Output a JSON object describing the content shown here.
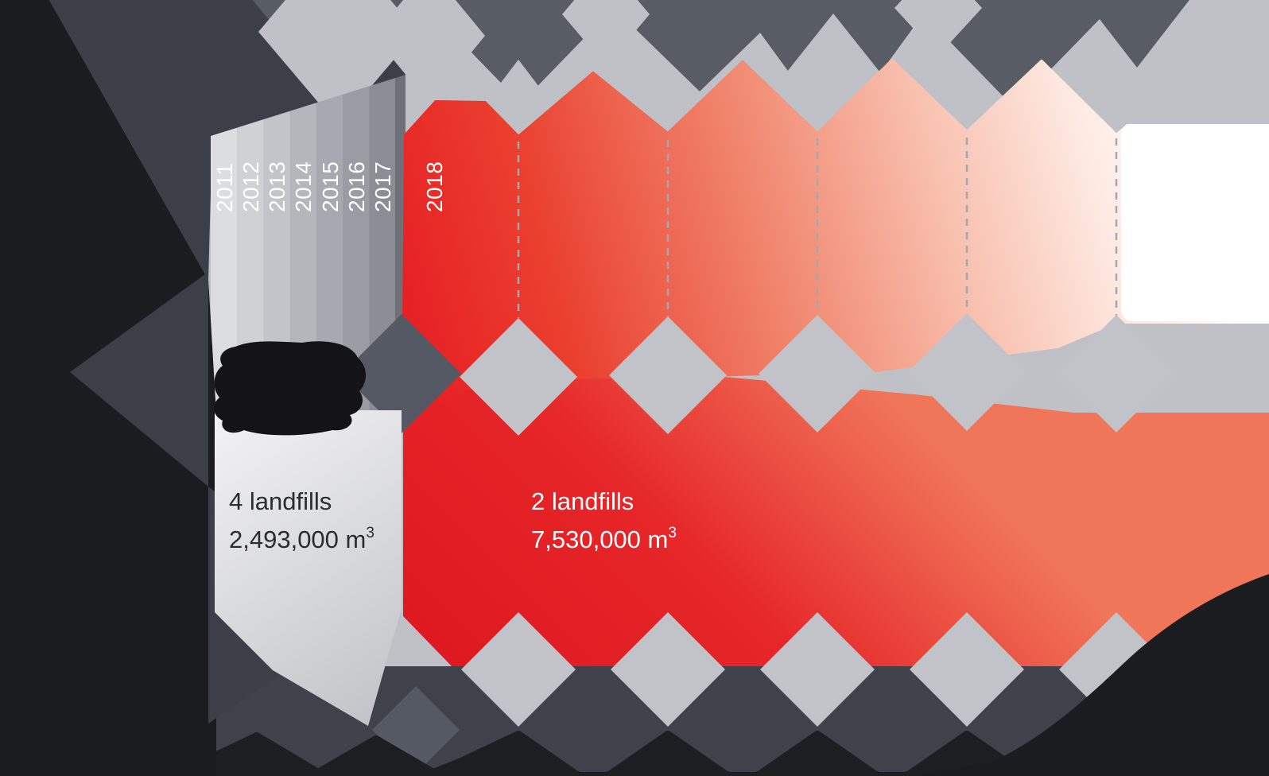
{
  "diagram": {
    "years": [
      "2011",
      "2012",
      "2013",
      "2014",
      "2015",
      "2016",
      "2017"
    ],
    "highlight_year": "2018",
    "closed_landfills": {
      "count": "4 landfills",
      "volume": "2,493,000 m",
      "volume_exponent": "3"
    },
    "active_landfills": {
      "count": "2 landfills",
      "volume": "7,530,000 m",
      "volume_exponent": "3"
    },
    "colors": {
      "background_gray": "#bfc1c6",
      "accent_red": "#e61d23",
      "deep_red": "#de1920",
      "slate_light": "#585c65",
      "slate_dark": "#3f424a",
      "near_black": "#1b1c20",
      "diamond_gray": "#c2c3c8",
      "panel_text": "#2b2c30",
      "label_white": "#ffffff"
    }
  }
}
